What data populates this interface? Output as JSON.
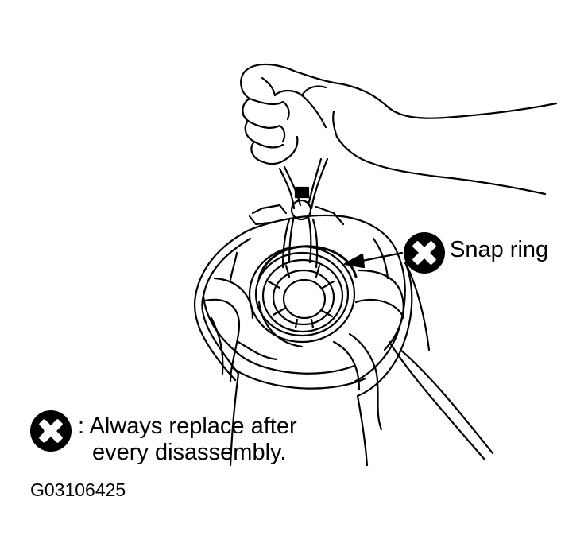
{
  "callout": {
    "label": "Snap ring",
    "badge_icon": "x-circle-icon"
  },
  "legend": {
    "badge_icon": "x-circle-icon",
    "line1": ": Always replace after",
    "line2": "every disassembly."
  },
  "figure_code": "G03106425",
  "colors": {
    "line": "#000000",
    "background": "#ffffff"
  }
}
